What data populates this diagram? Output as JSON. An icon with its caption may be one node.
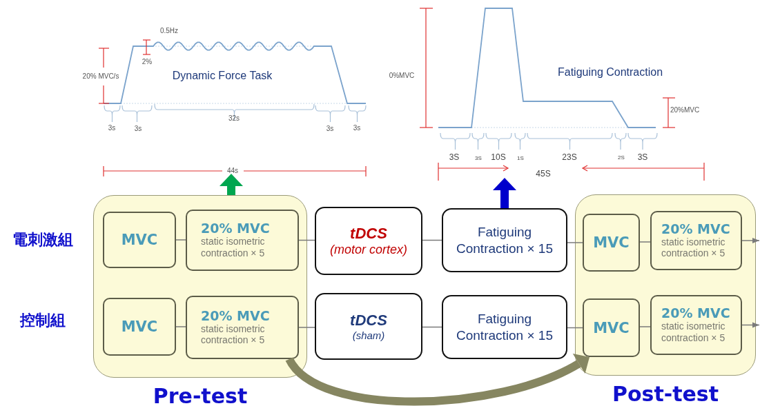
{
  "diagram": {
    "nodes": [
      {
        "text": [
          "Pre-test"
        ]
      },
      {
        "text": [
          "MVC"
        ],
        "in": 0
      },
      {
        "text": [
          "20% MVC",
          "static isometric contraction × 5"
        ],
        "in": 0
      },
      {
        "text": [
          "MVC"
        ],
        "in": 0
      },
      {
        "text": [
          "20% MVC",
          "static isometric contraction × 5"
        ],
        "in": 0
      },
      {
        "text": [
          "tDCS",
          "(motor cortex)"
        ]
      },
      {
        "text": [
          "tDCS",
          "(sham)"
        ]
      },
      {
        "text": [
          "Fatiguing Contraction × 15"
        ]
      },
      {
        "text": [
          "Fatiguing Contraction × 15"
        ]
      },
      {
        "text": [
          "Post-test"
        ]
      },
      {
        "text": [
          "MVC"
        ],
        "in": 9
      },
      {
        "text": [
          "20% MVC",
          "static isometric contraction × 5"
        ],
        "in": 9
      },
      {
        "text": [
          "MVC"
        ],
        "in": 9
      },
      {
        "text": [
          "20% MVC",
          "static isometric contraction × 5"
        ],
        "in": 9
      },
      {
        "text": [
          "Dynamic Force Task"
        ]
      },
      {
        "text": [
          "Fatiguing Contraction"
        ]
      }
    ],
    "edges": [
      {
        "from": 1,
        "to": 2,
        "arrow": "none"
      },
      {
        "from": 2,
        "to": 5,
        "arrow": "none"
      },
      {
        "from": 5,
        "to": 7,
        "arrow": "none"
      },
      {
        "from": 7,
        "to": 10,
        "arrow": "none"
      },
      {
        "from": 10,
        "to": 11,
        "arrow": "none"
      },
      {
        "from": 11,
        "to": null,
        "arrow": "to"
      },
      {
        "from": 3,
        "to": 4,
        "arrow": "none"
      },
      {
        "from": 4,
        "to": 6,
        "arrow": "none"
      },
      {
        "from": 6,
        "to": 8,
        "arrow": "none"
      },
      {
        "from": 8,
        "to": 12,
        "arrow": "none"
      },
      {
        "from": 12,
        "to": 13,
        "arrow": "none"
      },
      {
        "from": 13,
        "to": null,
        "arrow": "to"
      },
      {
        "from": 0,
        "to": 14,
        "arrow": "to",
        "style": "thick",
        "color": "#00a650"
      },
      {
        "from": 7,
        "to": 15,
        "arrow": "to",
        "style": "thick",
        "color": "#0000cc"
      },
      {
        "from": 4,
        "to": 12,
        "arrow": "to",
        "style": "thick",
        "color": "#868661"
      }
    ],
    "labels": [
      "電刺激組",
      "控制組",
      "0.5Hz",
      "2%",
      "20% MVC/s",
      "3s",
      "3s",
      "32s",
      "3s",
      "3s",
      "44s",
      "0%MVC",
      "20%MVC",
      "3S",
      "3S",
      "10S",
      "1S",
      "23S",
      "2S",
      "3S",
      "45S"
    ]
  }
}
